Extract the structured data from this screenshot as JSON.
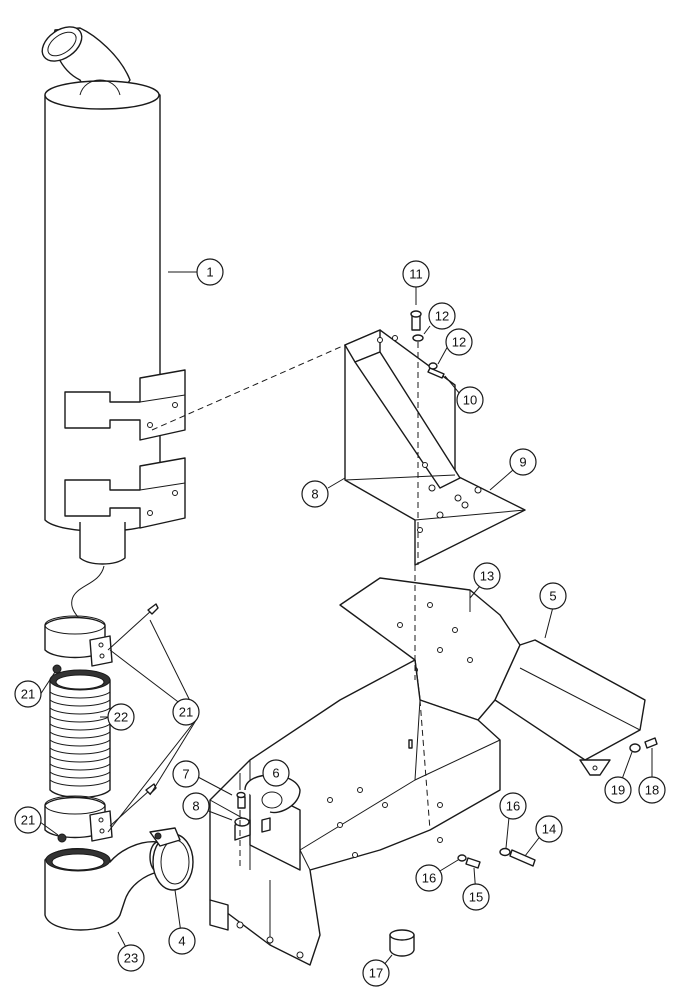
{
  "callouts": [
    {
      "id": "c1",
      "label": "1"
    },
    {
      "id": "c4",
      "label": "4"
    },
    {
      "id": "c5",
      "label": "5"
    },
    {
      "id": "c6",
      "label": "6"
    },
    {
      "id": "c7",
      "label": "7"
    },
    {
      "id": "c8a",
      "label": "8"
    },
    {
      "id": "c8b",
      "label": "8"
    },
    {
      "id": "c9",
      "label": "9"
    },
    {
      "id": "c10",
      "label": "10"
    },
    {
      "id": "c11",
      "label": "11"
    },
    {
      "id": "c12a",
      "label": "12"
    },
    {
      "id": "c12b",
      "label": "12"
    },
    {
      "id": "c13",
      "label": "13"
    },
    {
      "id": "c14",
      "label": "14"
    },
    {
      "id": "c15",
      "label": "15"
    },
    {
      "id": "c16a",
      "label": "16"
    },
    {
      "id": "c16b",
      "label": "16"
    },
    {
      "id": "c17",
      "label": "17"
    },
    {
      "id": "c18",
      "label": "18"
    },
    {
      "id": "c19",
      "label": "19"
    },
    {
      "id": "c21a",
      "label": "21"
    },
    {
      "id": "c21b",
      "label": "21"
    },
    {
      "id": "c21c",
      "label": "21"
    },
    {
      "id": "c22",
      "label": "22"
    },
    {
      "id": "c23",
      "label": "23"
    }
  ]
}
